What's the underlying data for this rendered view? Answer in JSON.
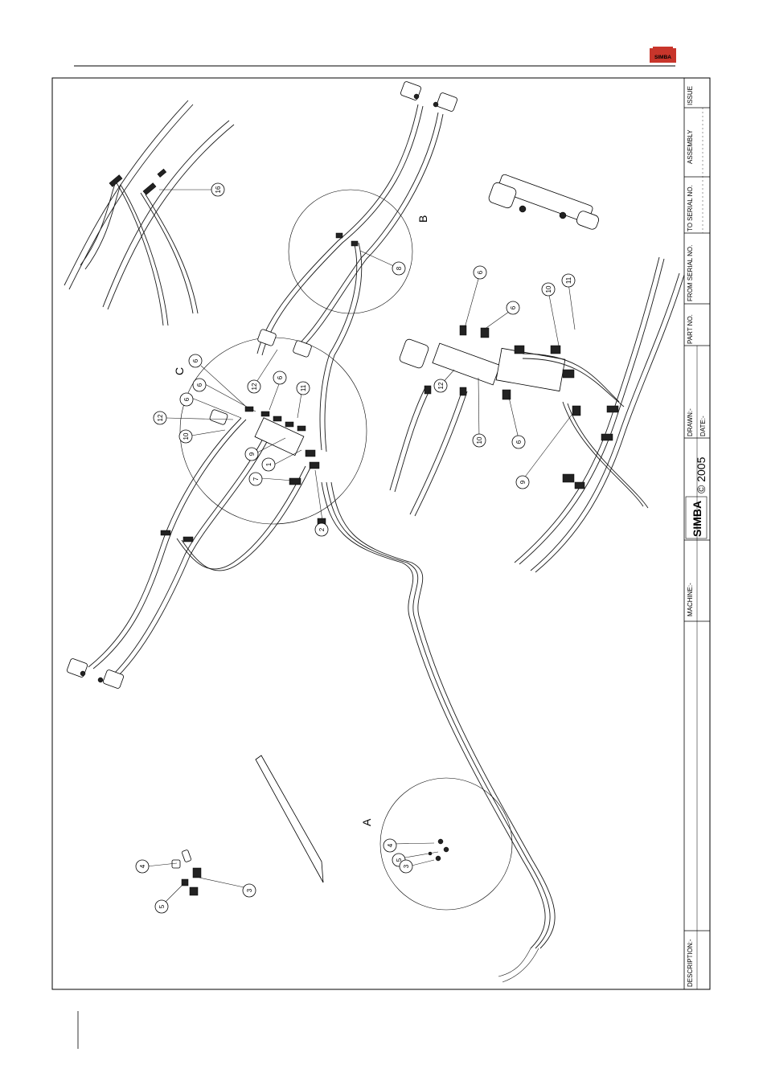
{
  "header": {
    "logo_text": "SIMBA",
    "logo_color": "#c8352b"
  },
  "title_block": {
    "issue_label": "ISSUE",
    "assembly_label": "ASSEMBLY",
    "to_serial_label": "TO SERIAL NO.",
    "from_serial_label": "FROM SERIAL NO.",
    "part_no_label": "PART NO.",
    "drawn_label": "DRAWN:-",
    "date_label": "DATE:-",
    "brand_text": "SIMBA",
    "copyright": "© 2005",
    "machine_label": "MACHINE:-",
    "description_label": "DESCRIPTION:-"
  },
  "detail_labels": {
    "a": "A",
    "b": "B",
    "c": "C"
  },
  "callouts": [
    {
      "id": "c16",
      "text": "16"
    },
    {
      "id": "c8",
      "text": "8"
    },
    {
      "id": "c6a",
      "text": "6"
    },
    {
      "id": "c6b",
      "text": "6"
    },
    {
      "id": "c6c",
      "text": "6"
    },
    {
      "id": "c6d",
      "text": "6"
    },
    {
      "id": "c12a",
      "text": "12"
    },
    {
      "id": "c12b",
      "text": "12"
    },
    {
      "id": "c10a",
      "text": "10"
    },
    {
      "id": "c11a",
      "text": "11"
    },
    {
      "id": "c9a",
      "text": "9"
    },
    {
      "id": "c1",
      "text": "1"
    },
    {
      "id": "c7",
      "text": "7"
    },
    {
      "id": "c2",
      "text": "2"
    },
    {
      "id": "c6e",
      "text": "6"
    },
    {
      "id": "c6f",
      "text": "6"
    },
    {
      "id": "c10b",
      "text": "10"
    },
    {
      "id": "c11b",
      "text": "11"
    },
    {
      "id": "c12c",
      "text": "12"
    },
    {
      "id": "c10c",
      "text": "10"
    },
    {
      "id": "c6g",
      "text": "6"
    },
    {
      "id": "c9b",
      "text": "9"
    },
    {
      "id": "c4a",
      "text": "4"
    },
    {
      "id": "c5a",
      "text": "5"
    },
    {
      "id": "c3a",
      "text": "3"
    },
    {
      "id": "c4b",
      "text": "4"
    },
    {
      "id": "c5b",
      "text": "5"
    },
    {
      "id": "c3b",
      "text": "3"
    }
  ]
}
